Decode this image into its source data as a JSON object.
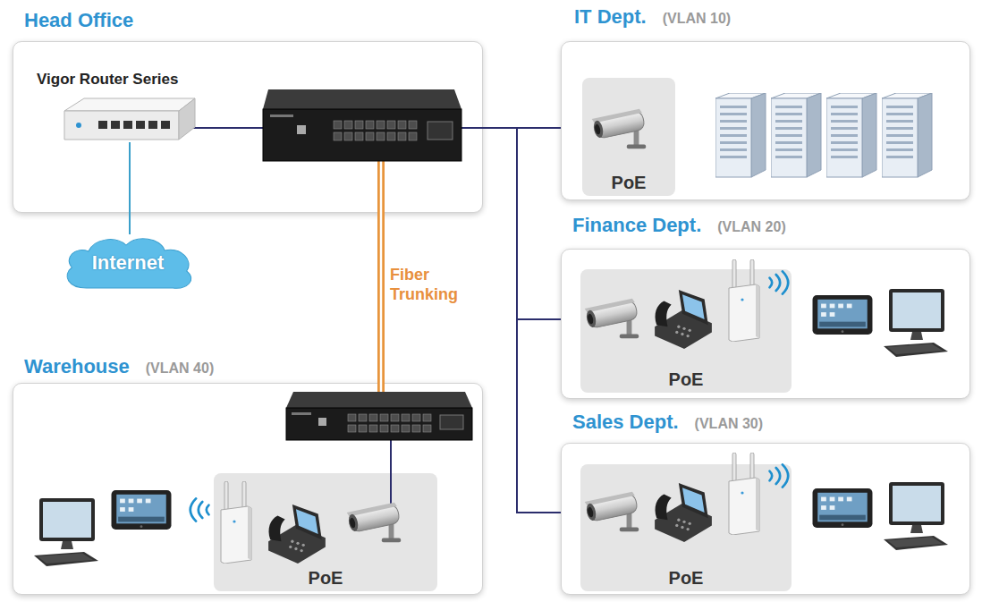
{
  "diagram": {
    "nodes": [
      {
        "text": [
          "Head Office"
        ]
      },
      {
        "text": [
          "Vigor Router Series"
        ],
        "in": 0
      },
      {
        "text": [
          "Internet"
        ]
      },
      {
        "text": [
          "IT Dept.",
          "(VLAN 10)"
        ]
      },
      {
        "text": [
          "PoE"
        ],
        "in": 3
      },
      {
        "text": [
          "Finance Dept.",
          "(VLAN 20)"
        ]
      },
      {
        "text": [
          "PoE"
        ],
        "in": 5
      },
      {
        "text": [
          "Warehouse",
          "(VLAN 40)"
        ]
      },
      {
        "text": [
          "PoE"
        ],
        "in": 7
      },
      {
        "text": [
          "Sales Dept.",
          "(VLAN 30)"
        ]
      },
      {
        "text": [
          "PoE"
        ],
        "in": 9
      }
    ],
    "edges": [
      {
        "from": 1,
        "to": 2,
        "arrow": "none"
      },
      {
        "from": 0,
        "to": 3,
        "arrow": "none"
      },
      {
        "from": 0,
        "to": 5,
        "arrow": "none"
      },
      {
        "from": 0,
        "to": 7,
        "arrow": "none",
        "label": "Fiber Trunking"
      },
      {
        "from": 0,
        "to": 9,
        "arrow": "none"
      }
    ]
  }
}
